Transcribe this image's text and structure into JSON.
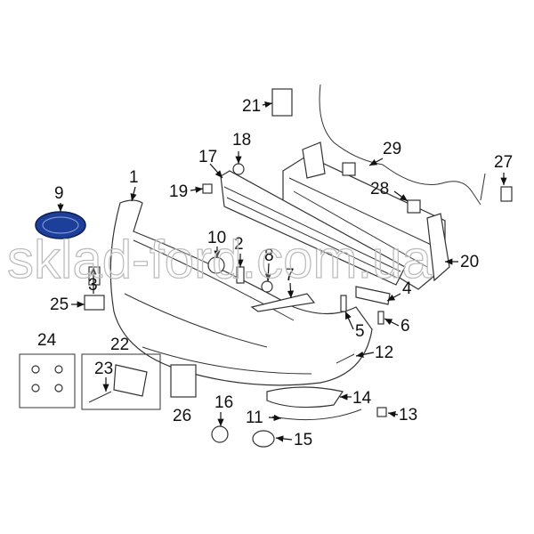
{
  "diagram": {
    "title": "Front bumper components",
    "callouts": [
      "1",
      "2",
      "3",
      "4",
      "5",
      "6",
      "7",
      "8",
      "9",
      "10",
      "11",
      "12",
      "13",
      "14",
      "15",
      "16",
      "17",
      "18",
      "19",
      "20",
      "21",
      "22",
      "23",
      "24",
      "25",
      "26",
      "27",
      "28",
      "29"
    ],
    "logo_color": "#1d3f9a"
  },
  "watermark": "sklad-ford.com.ua"
}
